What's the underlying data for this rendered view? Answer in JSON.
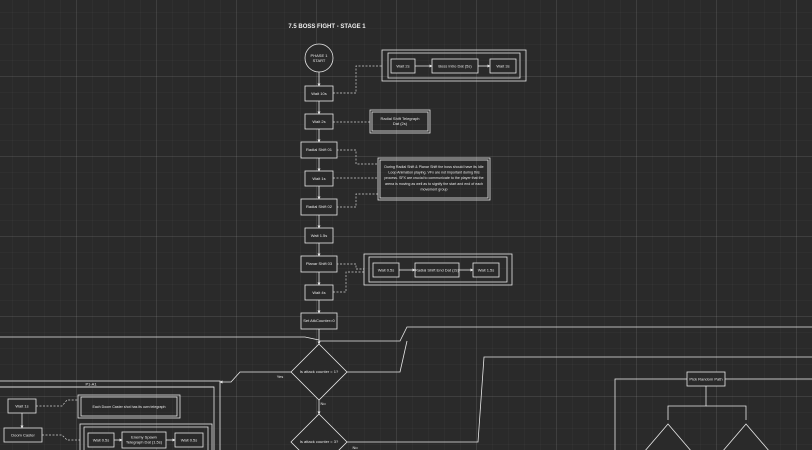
{
  "title": "7.5 BOSS FIGHT - STAGE 1",
  "colors": {
    "background": "#2a2a2a",
    "stroke": "#e8e8e8"
  },
  "nodes": {
    "start": "PHASE 1\nSTART",
    "wait_10s": "Wait 10s",
    "wait_2s": "Wait 2s",
    "radial_shift_01": "Radial Shift 01",
    "wait_1s": "Wait 1s",
    "radial_shift_02": "Radial Shift 02",
    "wait_1_5s": "Wait 1.5s",
    "planar_shift_03": "Planar Shift 03",
    "wait_4s": "Wait 4s",
    "set_counter": "Set AtkCounter=0",
    "decision_1": "Is attack counter = 1?",
    "decision_2": "Is attack counter = 3?",
    "pick_random_path": "Pick Random Path",
    "wait_1s_left": "Wait 1s",
    "doom_caster": "Doom Caster"
  },
  "side_boxes": {
    "intro": {
      "a": "Wait 2s",
      "b": "Boss Intro Dat (5s)",
      "c": "Wait 3s"
    },
    "telegraph": "Radial Shift Telegraph\nDat (2s)",
    "note": "During Radial Shift & Planar Shift the boss should have its Idle\nLoop Animation playing. VFx are not important during this\nprocess. SFX are crucial to communicate to the player that the\narena is moving as well as to signify the start and end of each\nmovement group",
    "end_dat": {
      "a": "Wait 0.5s",
      "b": "Radial Shift End Dat (2s)",
      "c": "Wait 1.5s"
    },
    "p1a1_title": "P1-A1",
    "p1a1_note": "Each Doom Caster shot has its own telegraph",
    "p1a1_row": {
      "a": "Wait 0.5s",
      "b": "Enemy Spawn\nTelegraph Dat (1.5s)",
      "c": "Wait 0.5s"
    }
  },
  "edge_labels": {
    "yes": "Yes",
    "no_1": "No",
    "no_2": "No"
  }
}
